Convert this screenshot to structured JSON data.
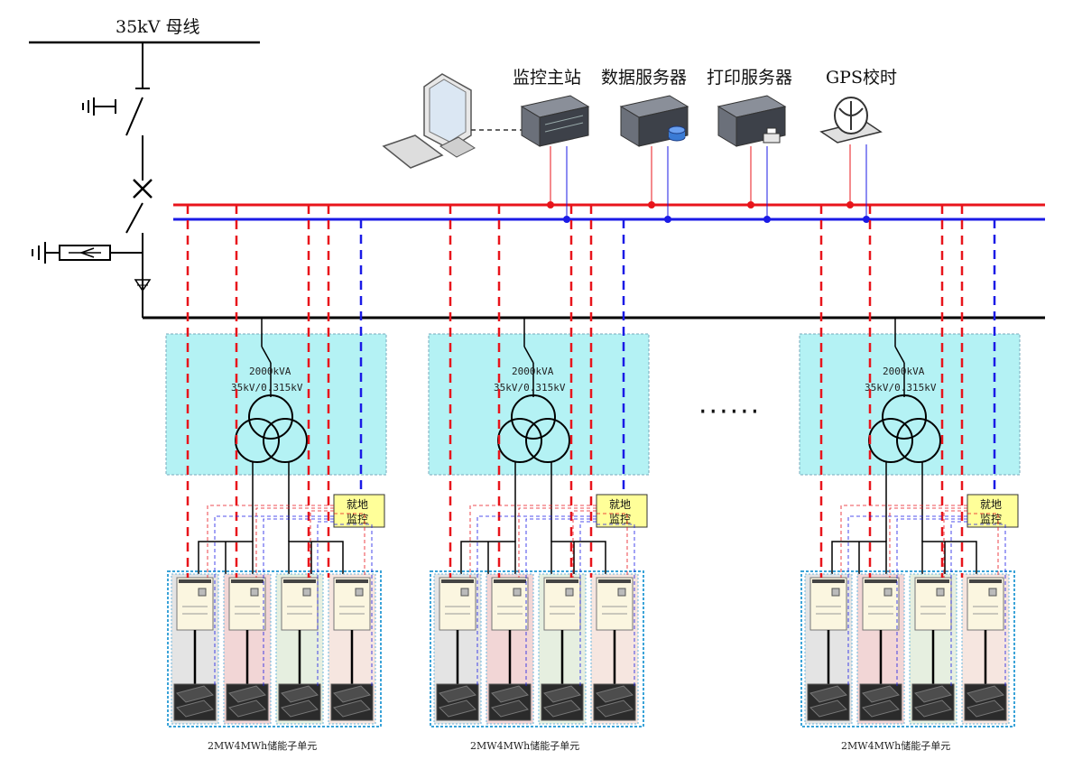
{
  "bus_label": "35kV 母线",
  "stations": [
    {
      "label": "监控主站",
      "icon": "server-icon"
    },
    {
      "label": "数据服务器",
      "icon": "database-server-icon"
    },
    {
      "label": "打印服务器",
      "icon": "print-server-icon"
    },
    {
      "label": "GPS校时",
      "icon": "gps-clock-icon"
    }
  ],
  "workstation_icon": "computer-workstation-icon",
  "units": [
    {
      "transformer_rating": "2000kVA",
      "transformer_voltage": "35kV/0.315kV",
      "local_monitor": [
        "就地",
        "监控"
      ],
      "unit_label": "2MW4MWh储能子单元"
    },
    {
      "transformer_rating": "2000kVA",
      "transformer_voltage": "35kV/0.315kV",
      "local_monitor": [
        "就地",
        "监控"
      ],
      "unit_label": "2MW4MWh储能子单元"
    },
    {
      "transformer_rating": "2000kVA",
      "transformer_voltage": "35kV/0.315kV",
      "local_monitor": [
        "就地",
        "监控"
      ],
      "unit_label": "2MW4MWh储能子单元"
    }
  ],
  "ellipsis": "······",
  "colors": {
    "red_bus": "#e8141b",
    "blue_bus": "#1a1ae6",
    "transformer_box": "#b4f2f4",
    "local_monitor_box": "#ffff99"
  }
}
